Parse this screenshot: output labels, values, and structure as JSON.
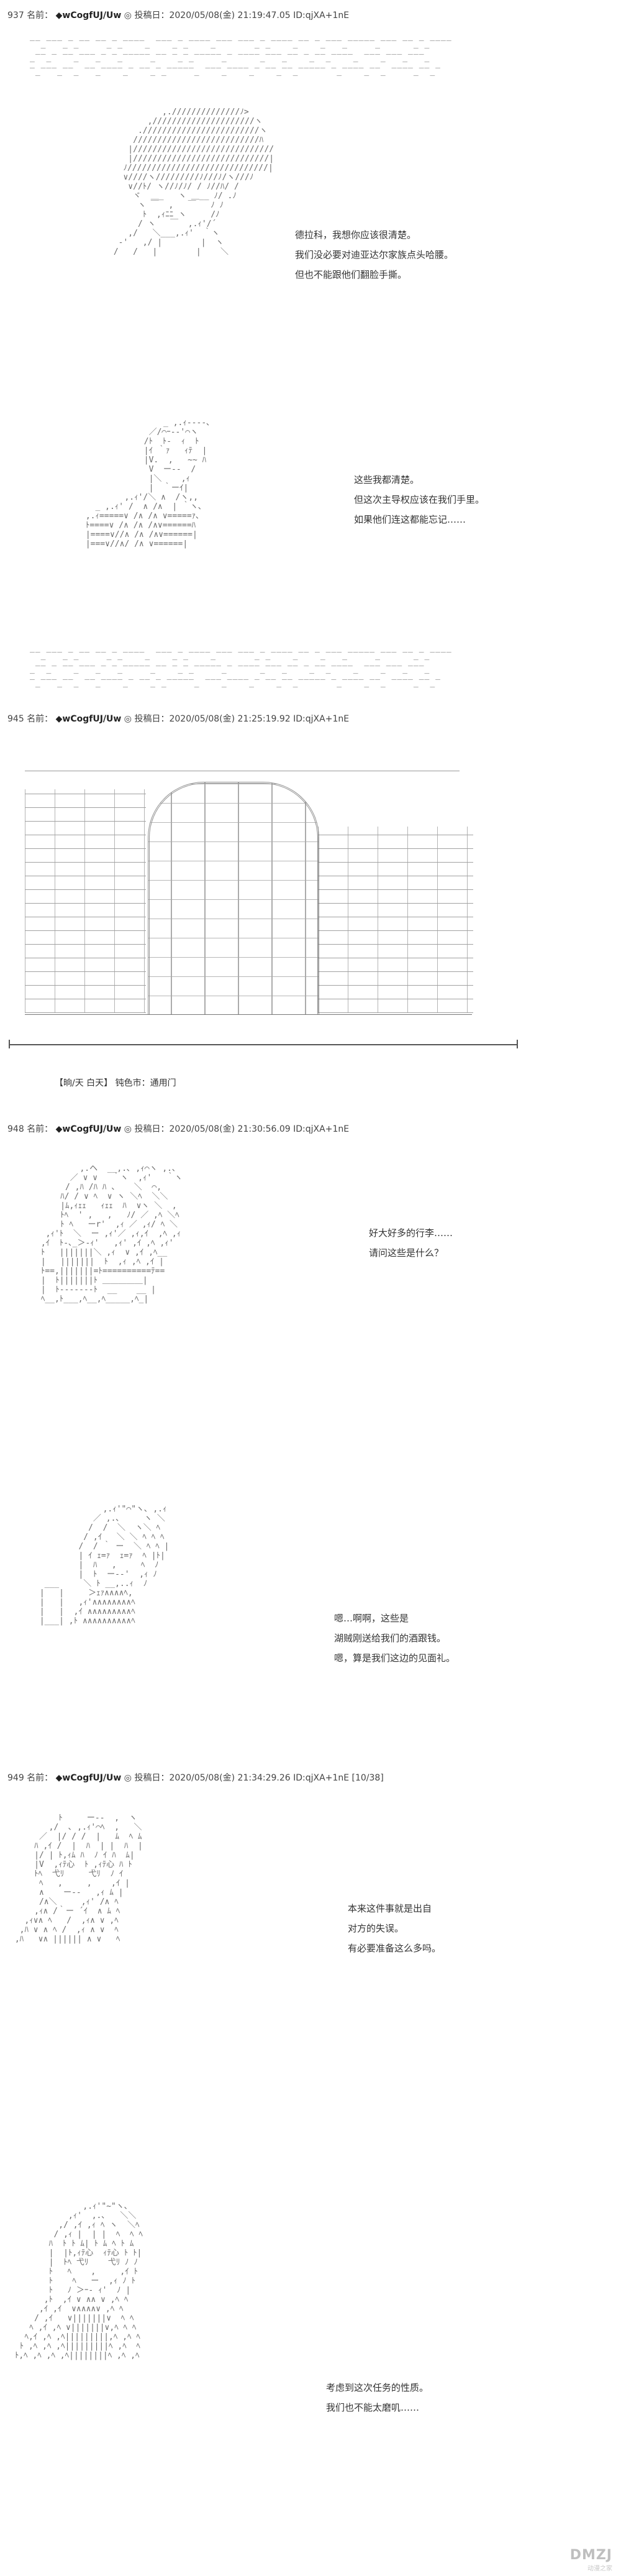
{
  "posts": [
    {
      "header": {
        "number": "937",
        "label": "名前：",
        "trip": "◆wCogfUJ/Uw",
        "id_mark": "◎",
        "date_label": "投稿日：",
        "datetime": "2020/05/08(金) 21:19:47.05",
        "id": "ID:qjXA+1nE",
        "extra": ""
      },
      "panels": [
        {
          "lines": [
            "德拉科，我想你应该很清楚。",
            "我们没必要对迪亚达尔家族点头哈腰。",
            "但也不能跟他们翻脸手撕。"
          ]
        },
        {
          "lines": [
            "这些我都清楚。",
            "但这次主导权应该在我们手里。",
            "如果他们连这都能忘记……"
          ]
        }
      ]
    },
    {
      "header": {
        "number": "945",
        "label": "名前：",
        "trip": "◆wCogfUJ/Uw",
        "id_mark": "◎",
        "date_label": "投稿日：",
        "datetime": "2020/05/08(金) 21:25:19.92",
        "id": "ID:qjXA+1nE",
        "extra": ""
      },
      "location": "【晌/天 白天】 钝色市：通用门",
      "panels": []
    },
    {
      "header": {
        "number": "948",
        "label": "名前：",
        "trip": "◆wCogfUJ/Uw",
        "id_mark": "◎",
        "date_label": "投稿日：",
        "datetime": "2020/05/08(金) 21:30:56.09",
        "id": "ID:qjXA+1nE",
        "extra": ""
      },
      "panels": [
        {
          "lines": [
            "好大好多的行李……",
            "请问这些是什么？"
          ]
        },
        {
          "lines": [
            "嗯…啊啊，这些是",
            "湖贼刚送给我们的酒跟钱。",
            "嗯，算是我们这边的见面礼。"
          ]
        }
      ]
    },
    {
      "header": {
        "number": "949",
        "label": "名前：",
        "trip": "◆wCogfUJ/Uw",
        "id_mark": "◎",
        "date_label": "投稿日：",
        "datetime": "2020/05/08(金) 21:34:29.26",
        "id": "ID:qjXA+1nE",
        "extra": "[10/38]"
      },
      "panels": [
        {
          "lines": [
            "本来这件事就是出自",
            "对方的失误。",
            "有必要准备这么多吗。"
          ]
        },
        {
          "lines": [
            "考虑到这次任务的性质。",
            "我们也不能太磨叽……"
          ]
        }
      ]
    }
  ],
  "watermark": {
    "brand": "DMZJ",
    "sub": "动漫之家"
  }
}
